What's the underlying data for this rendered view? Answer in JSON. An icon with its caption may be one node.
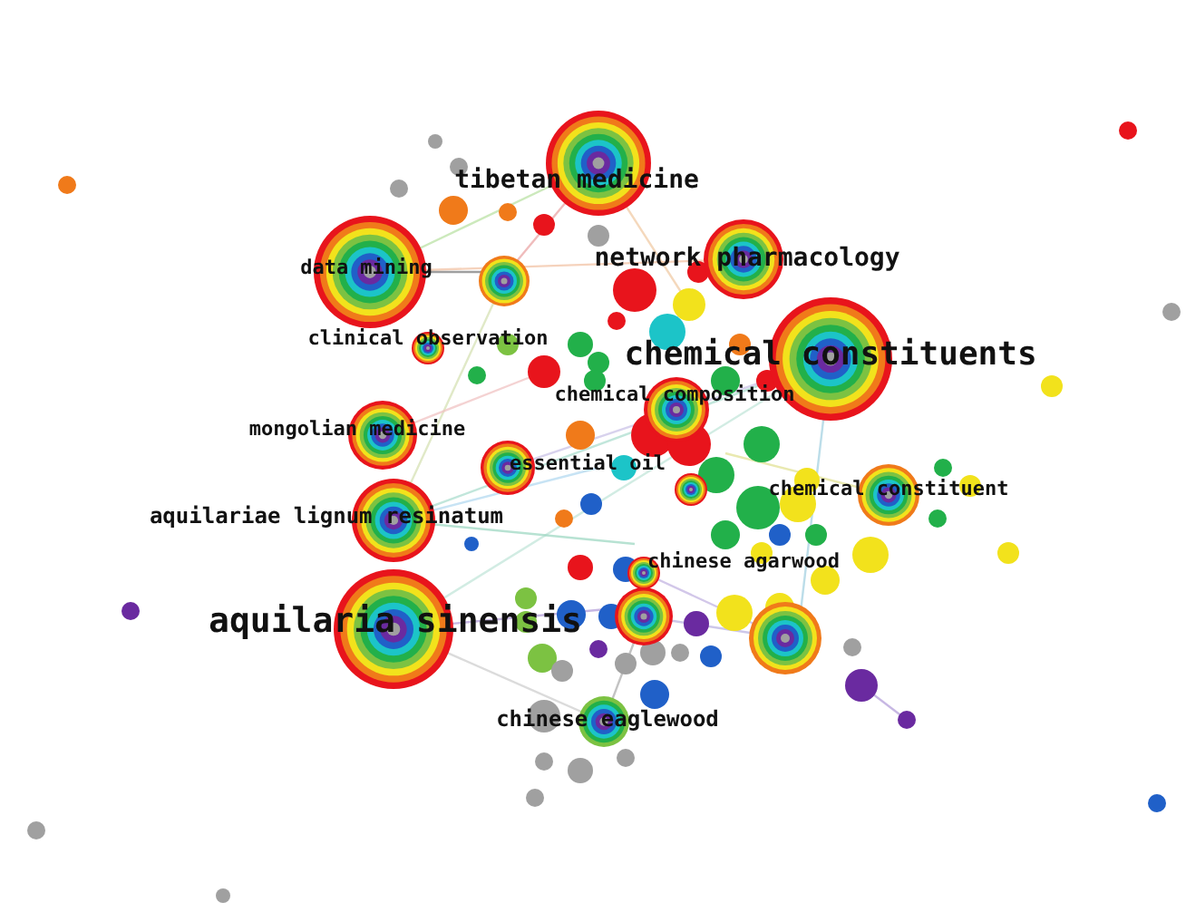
{
  "diagram": {
    "nodes": [
      {
        "text": [
          "tibetan medicine"
        ]
      },
      {
        "text": [
          "data mining"
        ]
      },
      {
        "text": [
          "network pharmacology"
        ]
      },
      {
        "text": [
          "clinical observation"
        ]
      },
      {
        "text": [
          "chemical constituents"
        ]
      },
      {
        "text": [
          "chemical composition"
        ]
      },
      {
        "text": [
          "mongolian medicine"
        ]
      },
      {
        "text": [
          "essential oil"
        ]
      },
      {
        "text": [
          "chemical constituent"
        ]
      },
      {
        "text": [
          "aquilariae lignum resinatum"
        ]
      },
      {
        "text": [
          "chinese agarwood"
        ]
      },
      {
        "text": [
          "aquilaria sinensis"
        ]
      },
      {
        "text": [
          "chinese eaglewood"
        ]
      }
    ]
  }
}
